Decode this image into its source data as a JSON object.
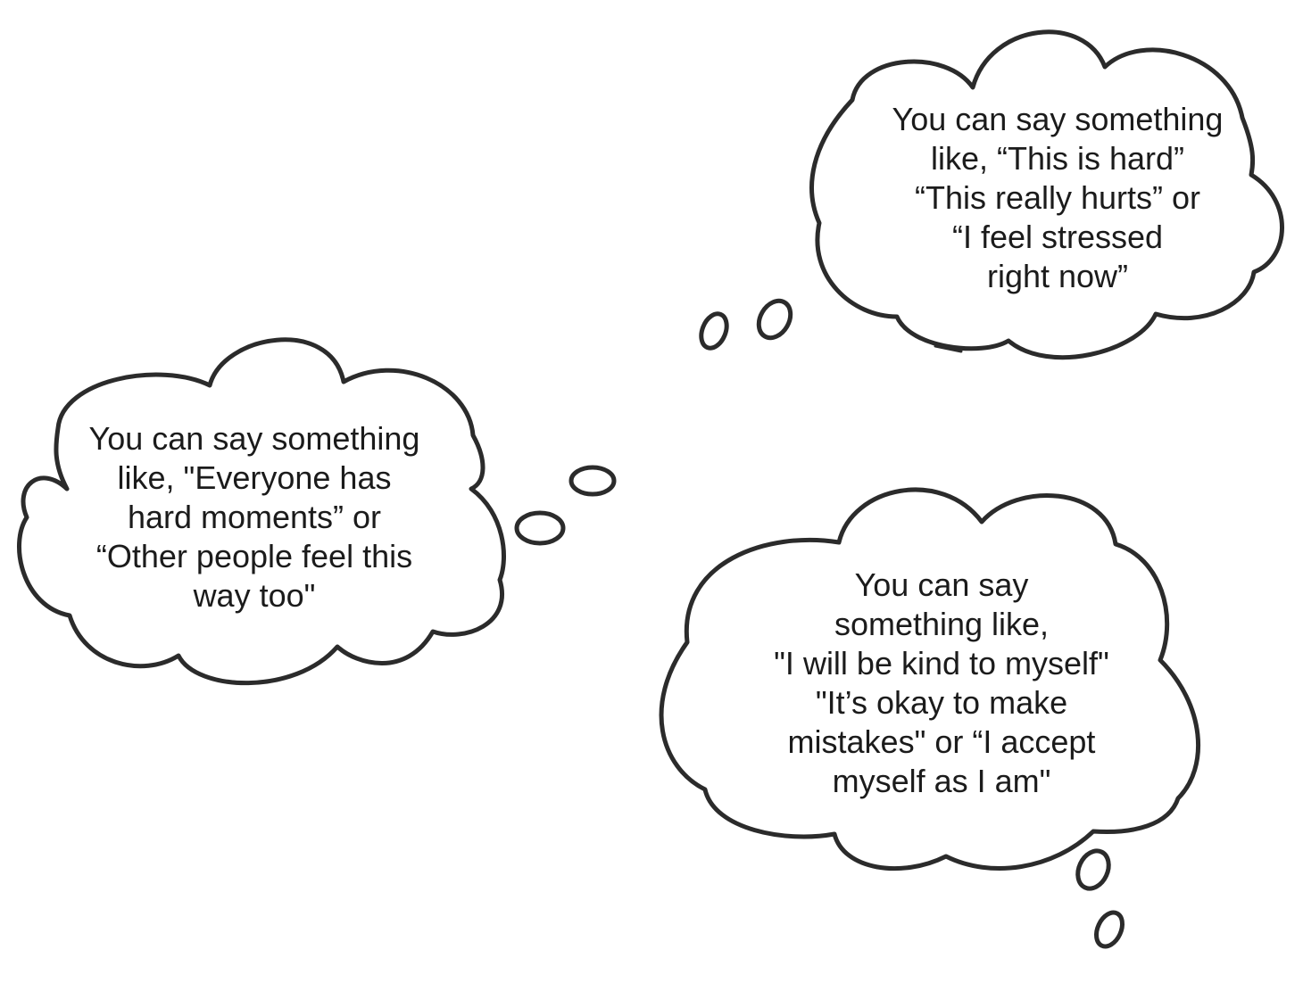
{
  "thought_bubbles": {
    "top_right": {
      "lines": [
        "You can say something",
        "like, “This is hard”",
        "“This really hurts” or",
        "“I feel stressed",
        "right now”"
      ]
    },
    "left": {
      "lines": [
        "You can say something",
        "like, \"Everyone has",
        "hard moments” or",
        "“Other people feel this",
        "way too\""
      ]
    },
    "bottom_right": {
      "lines": [
        "You can say",
        "something like,",
        "\"I will be kind to myself\"",
        "\"It’s okay to make",
        "mistakes\" or “I accept",
        "myself as I am\""
      ]
    }
  },
  "colors": {
    "outline": "#2b2b2b",
    "text": "#1b1b1b",
    "background": "#ffffff"
  }
}
